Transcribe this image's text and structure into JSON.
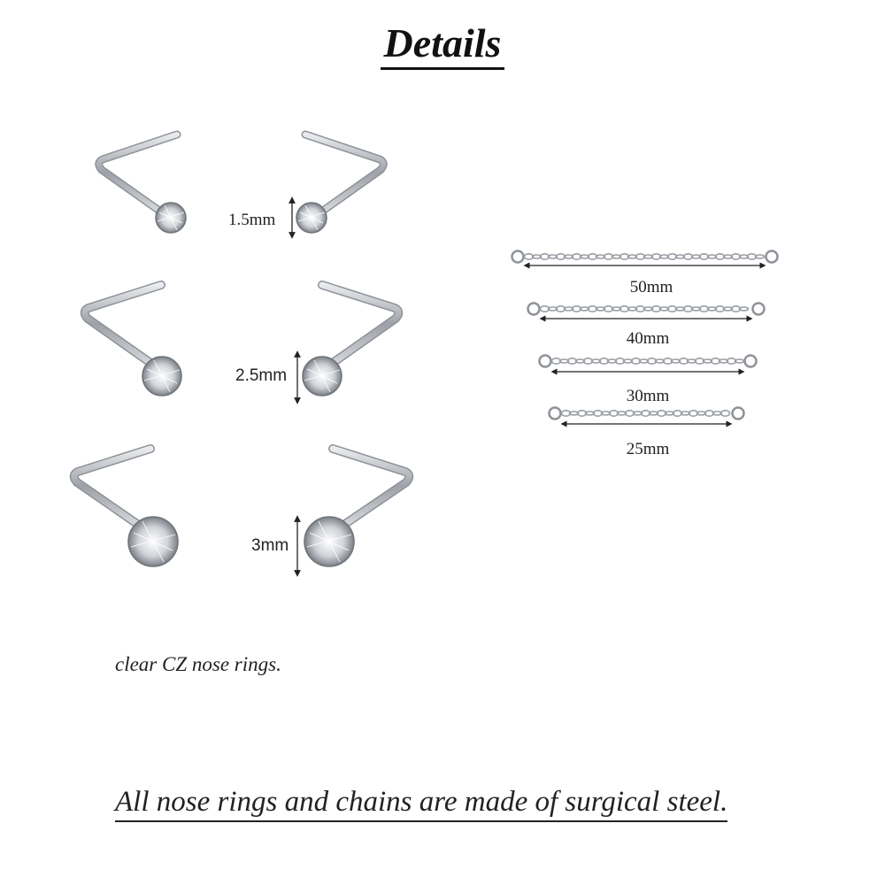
{
  "title": "Details",
  "nose_rings": {
    "sizes": [
      {
        "label": "1.5mm"
      },
      {
        "label": "2.5mm"
      },
      {
        "label": "3mm"
      }
    ],
    "caption": "clear CZ nose rings.",
    "material": "CZ",
    "color": "#b9bcc0"
  },
  "chains": [
    {
      "label": "50mm"
    },
    {
      "label": "40mm"
    },
    {
      "label": "30mm"
    },
    {
      "label": "25mm"
    }
  ],
  "footer": "All nose rings and chains are made of surgical steel."
}
